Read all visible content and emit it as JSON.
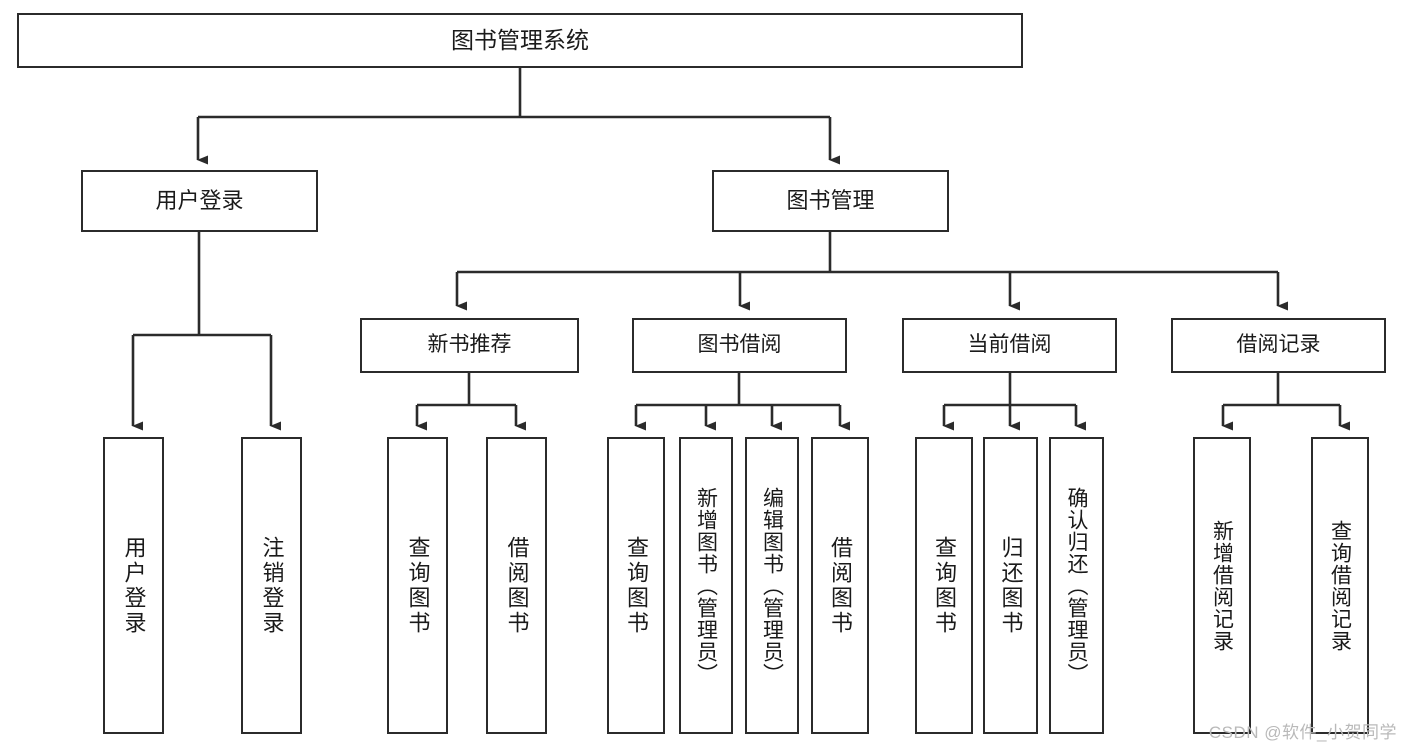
{
  "diagram": {
    "type": "tree-hierarchy-chart",
    "title": "图书管理系统",
    "colors": {
      "box_border": "#2b2b2b",
      "connector": "#2b2b2b",
      "text": "#1a1a1a",
      "background": "#ffffff",
      "watermark": "#b9b9b9"
    },
    "nodes": {
      "root": {
        "label": "图书管理系统"
      },
      "level2": [
        {
          "id": "user-login",
          "label": "用户登录"
        },
        {
          "id": "book-management",
          "label": "图书管理"
        }
      ],
      "level3": [
        {
          "id": "new-book-recommend",
          "label": "新书推荐"
        },
        {
          "id": "book-borrow",
          "label": "图书借阅"
        },
        {
          "id": "current-borrow",
          "label": "当前借阅"
        },
        {
          "id": "borrow-record",
          "label": "借阅记录"
        }
      ],
      "leaves": {
        "user-login": [
          {
            "id": "leaf-user-login",
            "label": "用户登录"
          },
          {
            "id": "leaf-logout-login",
            "label": "注销登录"
          }
        ],
        "new-book-recommend": [
          {
            "id": "leaf-query-book-1",
            "label": "查询图书"
          },
          {
            "id": "leaf-borrow-book-1",
            "label": "借阅图书"
          }
        ],
        "book-borrow": [
          {
            "id": "leaf-query-book-2",
            "label": "查询图书"
          },
          {
            "id": "leaf-add-book-admin",
            "label": "新增图书（管理员）"
          },
          {
            "id": "leaf-edit-book-admin",
            "label": "编辑图书（管理员）"
          },
          {
            "id": "leaf-borrow-book-2",
            "label": "借阅图书"
          }
        ],
        "current-borrow": [
          {
            "id": "leaf-query-book-3",
            "label": "查询图书"
          },
          {
            "id": "leaf-return-book",
            "label": "归还图书"
          },
          {
            "id": "leaf-confirm-return-admin",
            "label": "确认归还（管理员）"
          }
        ],
        "borrow-record": [
          {
            "id": "leaf-add-borrow-record",
            "label": "新增借阅记录"
          },
          {
            "id": "leaf-query-borrow-record",
            "label": "查询借阅记录"
          }
        ]
      }
    },
    "watermark": "CSDN @软件_小贺同学"
  }
}
